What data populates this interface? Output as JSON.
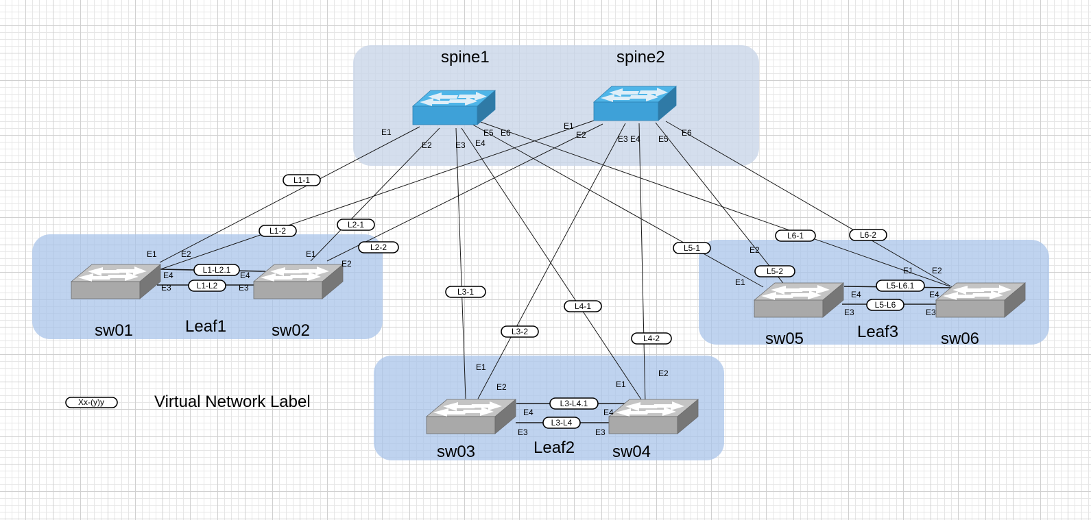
{
  "groups": [
    {
      "id": "spine",
      "members": [
        "spine1",
        "spine2"
      ]
    },
    {
      "id": "leaf1",
      "label": "Leaf1",
      "members": [
        "sw01",
        "sw02"
      ]
    },
    {
      "id": "leaf2",
      "label": "Leaf2",
      "members": [
        "sw03",
        "sw04"
      ]
    },
    {
      "id": "leaf3",
      "label": "Leaf3",
      "members": [
        "sw05",
        "sw06"
      ]
    }
  ],
  "nodes": {
    "spine1": {
      "label": "spine1",
      "type": "spine-switch",
      "color": "#3ea1d8"
    },
    "spine2": {
      "label": "spine2",
      "type": "spine-switch",
      "color": "#3ea1d8"
    },
    "sw01": {
      "label": "sw01",
      "type": "leaf-switch",
      "color": "#a8a8a8"
    },
    "sw02": {
      "label": "sw02",
      "type": "leaf-switch",
      "color": "#a8a8a8"
    },
    "sw03": {
      "label": "sw03",
      "type": "leaf-switch",
      "color": "#a8a8a8"
    },
    "sw04": {
      "label": "sw04",
      "type": "leaf-switch",
      "color": "#a8a8a8"
    },
    "sw05": {
      "label": "sw05",
      "type": "leaf-switch",
      "color": "#a8a8a8"
    },
    "sw06": {
      "label": "sw06",
      "type": "leaf-switch",
      "color": "#a8a8a8"
    }
  },
  "links": [
    {
      "id": "L1-1",
      "label": "L1-1",
      "a": "spine1",
      "a_port": "E1",
      "b": "sw01",
      "b_port": "E1"
    },
    {
      "id": "L1-2",
      "label": "L1-2",
      "a": "spine2",
      "a_port": "E1",
      "b": "sw01",
      "b_port": "E2"
    },
    {
      "id": "L2-1",
      "label": "L2-1",
      "a": "spine1",
      "a_port": "E2",
      "b": "sw02",
      "b_port": "E1"
    },
    {
      "id": "L2-2",
      "label": "L2-2",
      "a": "spine2",
      "a_port": "E2",
      "b": "sw02",
      "b_port": "E2"
    },
    {
      "id": "L3-1",
      "label": "L3-1",
      "a": "spine1",
      "a_port": "E3",
      "b": "sw03",
      "b_port": "E1"
    },
    {
      "id": "L3-2",
      "label": "L3-2",
      "a": "spine2",
      "a_port": "E3",
      "b": "sw03",
      "b_port": "E2"
    },
    {
      "id": "L4-1",
      "label": "L4-1",
      "a": "spine1",
      "a_port": "E4",
      "b": "sw04",
      "b_port": "E1"
    },
    {
      "id": "L4-2",
      "label": "L4-2",
      "a": "spine2",
      "a_port": "E4",
      "b": "sw04",
      "b_port": "E2"
    },
    {
      "id": "L5-1",
      "label": "L5-1",
      "a": "spine1",
      "a_port": "E5",
      "b": "sw05",
      "b_port": "E1"
    },
    {
      "id": "L5-2",
      "label": "L5-2",
      "a": "spine2",
      "a_port": "E5",
      "b": "sw05",
      "b_port": "E2"
    },
    {
      "id": "L6-1",
      "label": "L6-1",
      "a": "spine1",
      "a_port": "E6",
      "b": "sw06",
      "b_port": "E1"
    },
    {
      "id": "L6-2",
      "label": "L6-2",
      "a": "spine2",
      "a_port": "E6",
      "b": "sw06",
      "b_port": "E2"
    },
    {
      "id": "L1-L2.1",
      "label": "L1-L2.1",
      "a": "sw01",
      "a_port": "E4",
      "b": "sw02",
      "b_port": "E4"
    },
    {
      "id": "L1-L2",
      "label": "L1-L2",
      "a": "sw01",
      "a_port": "E3",
      "b": "sw02",
      "b_port": "E3"
    },
    {
      "id": "L3-L4.1",
      "label": "L3-L4.1",
      "a": "sw03",
      "a_port": "E4",
      "b": "sw04",
      "b_port": "E4"
    },
    {
      "id": "L3-L4",
      "label": "L3-L4",
      "a": "sw03",
      "a_port": "E3",
      "b": "sw04",
      "b_port": "E3"
    },
    {
      "id": "L5-L6.1",
      "label": "L5-L6.1",
      "a": "sw05",
      "a_port": "E4",
      "b": "sw06",
      "b_port": "E4"
    },
    {
      "id": "L5-L6",
      "label": "L5-L6",
      "a": "sw05",
      "a_port": "E3",
      "b": "sw06",
      "b_port": "E3"
    }
  ],
  "legend": {
    "sample_label": "Xx-(y)y",
    "description": "Virtual Network Label"
  }
}
